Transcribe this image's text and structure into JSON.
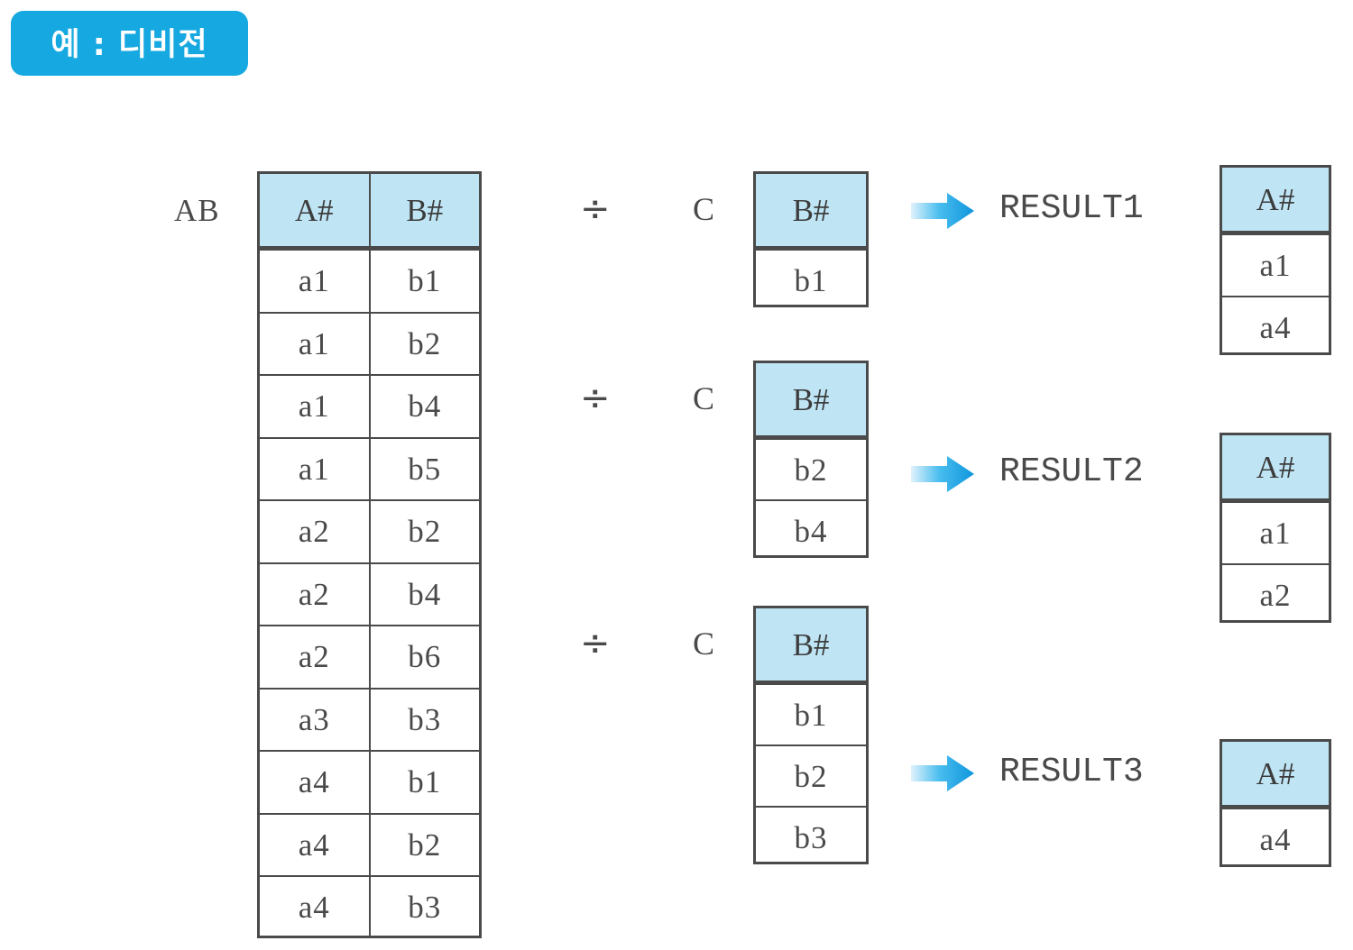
{
  "badge": {
    "label": "예 : 디비전",
    "color": "#16a8e0",
    "text_color": "#ffffff"
  },
  "theme": {
    "header_fill": "#bfe5f5",
    "border": "#4a4a4a",
    "text": "#4a4a4a",
    "arrow_from": "#d8f0fb",
    "arrow_to": "#0f9fe0"
  },
  "operands": {
    "ab": {
      "name": "AB",
      "columns": [
        "A#",
        "B#"
      ],
      "rows": [
        [
          "a1",
          "b1"
        ],
        [
          "a1",
          "b2"
        ],
        [
          "a1",
          "b4"
        ],
        [
          "a1",
          "b5"
        ],
        [
          "a2",
          "b2"
        ],
        [
          "a2",
          "b4"
        ],
        [
          "a2",
          "b6"
        ],
        [
          "a3",
          "b3"
        ],
        [
          "a4",
          "b1"
        ],
        [
          "a4",
          "b2"
        ],
        [
          "a4",
          "b3"
        ]
      ]
    }
  },
  "operator": {
    "divide": "÷"
  },
  "divisors": [
    {
      "name": "C",
      "columns": [
        "B#"
      ],
      "rows": [
        [
          "b1"
        ]
      ]
    },
    {
      "name": "C",
      "columns": [
        "B#"
      ],
      "rows": [
        [
          "b2"
        ],
        [
          "b4"
        ]
      ]
    },
    {
      "name": "C",
      "columns": [
        "B#"
      ],
      "rows": [
        [
          "b1"
        ],
        [
          "b2"
        ],
        [
          "b3"
        ]
      ]
    }
  ],
  "results": [
    {
      "label": "RESULT1",
      "columns": [
        "A#"
      ],
      "rows": [
        [
          "a1"
        ],
        [
          "a4"
        ]
      ]
    },
    {
      "label": "RESULT2",
      "columns": [
        "A#"
      ],
      "rows": [
        [
          "a1"
        ],
        [
          "a2"
        ]
      ]
    },
    {
      "label": "RESULT3",
      "columns": [
        "A#"
      ],
      "rows": [
        [
          "a4"
        ]
      ]
    }
  ]
}
